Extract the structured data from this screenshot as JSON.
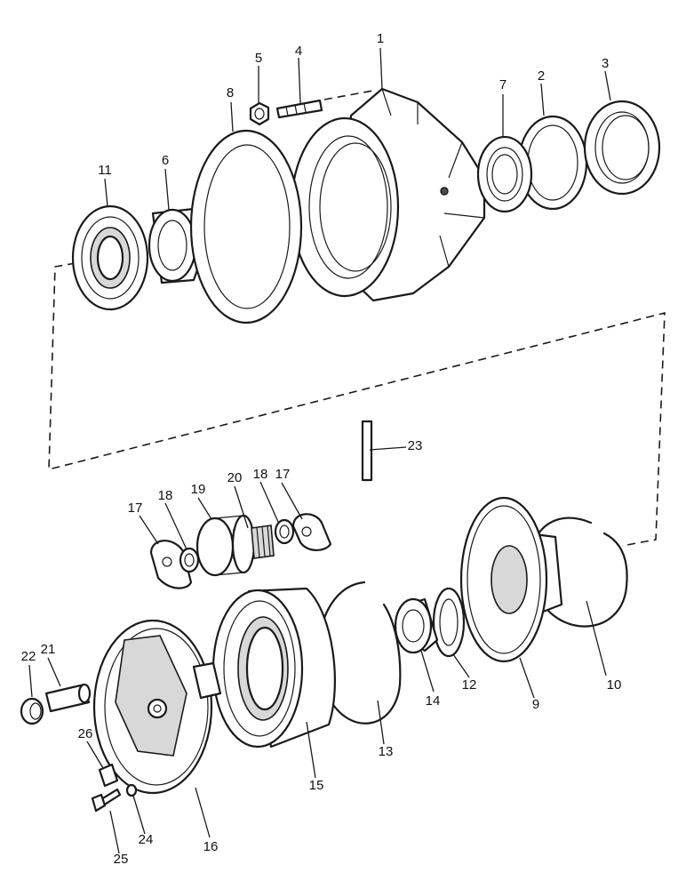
{
  "callouts": [
    "1",
    "2",
    "3",
    "4",
    "5",
    "6",
    "7",
    "8",
    "9",
    "10",
    "11",
    "12",
    "13",
    "14",
    "15",
    "16",
    "17",
    "17",
    "18",
    "18",
    "19",
    "20",
    "21",
    "22",
    "23",
    "24",
    "25",
    "26"
  ]
}
